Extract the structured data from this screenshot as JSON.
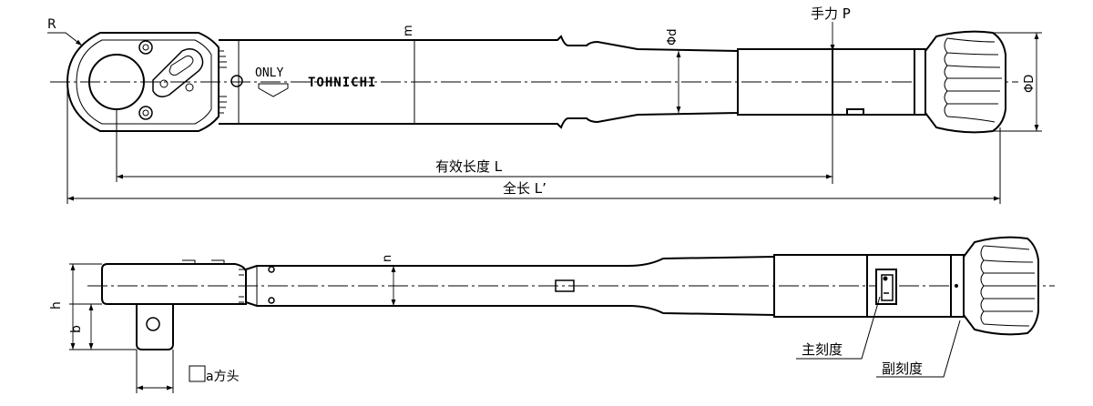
{
  "labels": {
    "radius": "R",
    "hand_force": "手力 P",
    "m": "m",
    "phi_d": "Φd",
    "phi_D": "ΦD",
    "only": "ONLY",
    "brand": "TOHNICHI",
    "effective_length": "有效长度 L",
    "overall_length": "全长 L’",
    "n": "n",
    "h": "h",
    "b": "b",
    "square_drive_a": "a方头",
    "main_scale": "主刻度",
    "sub_scale": "副刻度"
  }
}
